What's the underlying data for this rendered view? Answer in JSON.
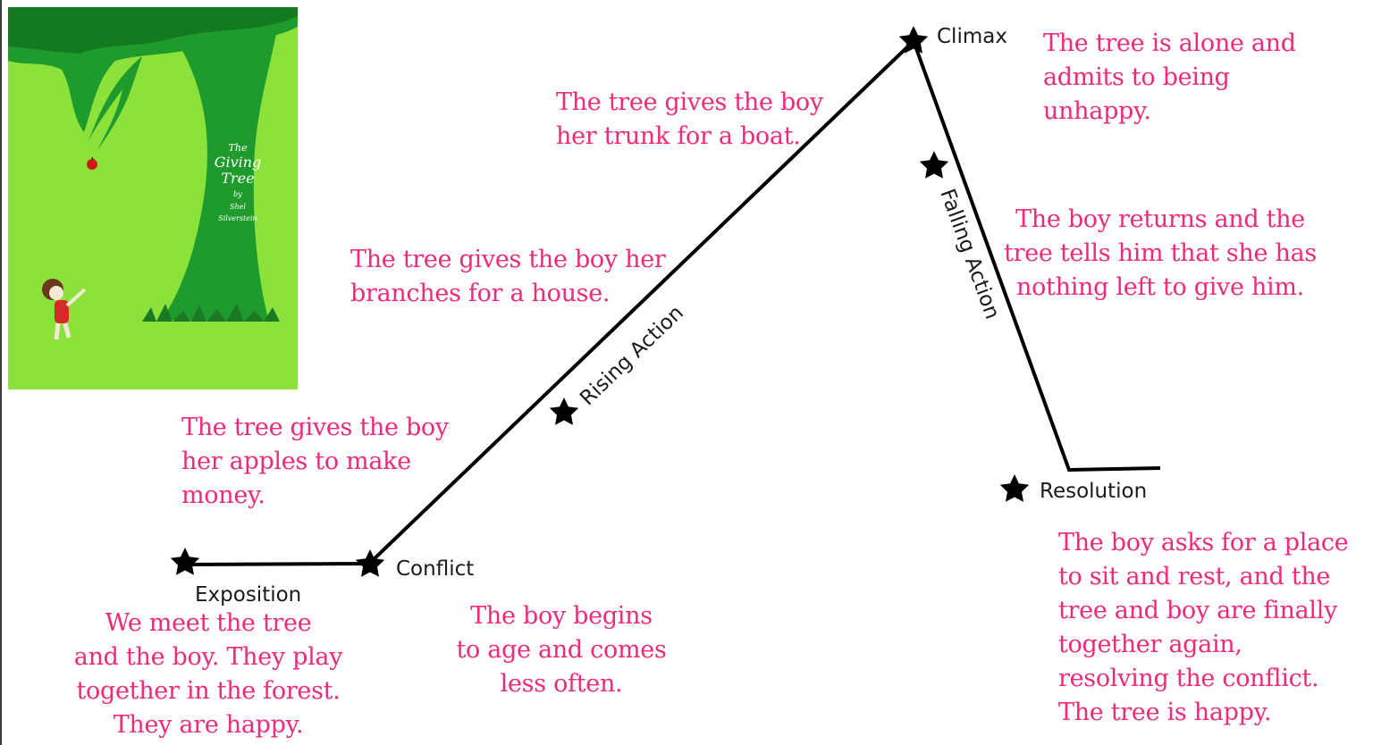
{
  "book_cover": {
    "title_the": "The",
    "title_giving": "Giving",
    "title_tree": "Tree",
    "by": "by",
    "author_first": "Shel",
    "author_last": "Silverstein",
    "colors": {
      "background": "#8be23a",
      "tree": "#1f9a2c",
      "apple": "#d01818"
    }
  },
  "stages": {
    "exposition": "Exposition",
    "conflict": "Conflict",
    "rising_action": "Rising Action",
    "climax": "Climax",
    "falling_action": "Falling Action",
    "resolution": "Resolution"
  },
  "notes": {
    "exposition": [
      "We meet the tree",
      "and the boy. They play",
      "together in the forest.",
      "They are happy."
    ],
    "conflict": [
      "The boy begins",
      "to age and comes",
      "less often."
    ],
    "apples": [
      "The tree gives the boy",
      "her apples to make",
      "money."
    ],
    "branches": [
      "The tree gives the boy her",
      "branches for a house."
    ],
    "trunk": [
      "The tree gives the boy",
      "her trunk for a boat."
    ],
    "climax": [
      "The tree is alone and",
      "admits to being",
      "unhappy."
    ],
    "falling": [
      "The boy returns and the",
      "tree tells him that she has",
      "nothing left to give him."
    ],
    "resolution": [
      "The boy asks for a place",
      "to sit and rest, and the",
      "tree and boy are finally",
      "together again,",
      "resolving the conflict.",
      "The tree is happy."
    ]
  },
  "colors": {
    "note_text": "#ef2a7b",
    "line": "#000000",
    "label": "#1a1a1a"
  },
  "icons": {
    "stage_marker": "star-icon"
  }
}
